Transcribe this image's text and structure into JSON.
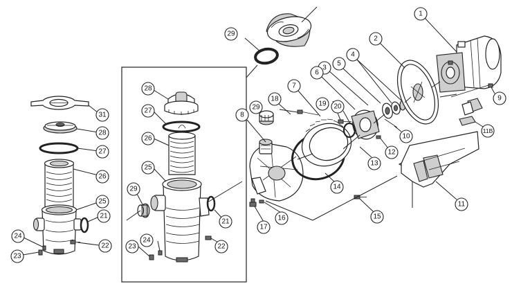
{
  "callouts": [
    {
      "id": "c1",
      "label": "1"
    },
    {
      "id": "c2",
      "label": "2"
    },
    {
      "id": "c3",
      "label": "3"
    },
    {
      "id": "c4",
      "label": "4"
    },
    {
      "id": "c5",
      "label": "5"
    },
    {
      "id": "c6",
      "label": "6"
    },
    {
      "id": "c7",
      "label": "7"
    },
    {
      "id": "c8",
      "label": "8"
    },
    {
      "id": "c9",
      "label": "9"
    },
    {
      "id": "c10",
      "label": "10"
    },
    {
      "id": "c11",
      "label": "11"
    },
    {
      "id": "c11b",
      "label": "11B"
    },
    {
      "id": "c12",
      "label": "12"
    },
    {
      "id": "c13",
      "label": "13"
    },
    {
      "id": "c14",
      "label": "14"
    },
    {
      "id": "c15",
      "label": "15"
    },
    {
      "id": "c16",
      "label": "16"
    },
    {
      "id": "c17",
      "label": "17"
    },
    {
      "id": "c18",
      "label": "18"
    },
    {
      "id": "c19",
      "label": "19"
    },
    {
      "id": "c20",
      "label": "20"
    },
    {
      "id": "c29a",
      "label": "29"
    },
    {
      "id": "c29b",
      "label": "29"
    },
    {
      "id": "c31",
      "label": "31"
    },
    {
      "id": "c28a",
      "label": "28"
    },
    {
      "id": "c27a",
      "label": "27"
    },
    {
      "id": "c26a",
      "label": "26"
    },
    {
      "id": "c25a",
      "label": "25"
    },
    {
      "id": "c21a",
      "label": "21"
    },
    {
      "id": "c24a",
      "label": "24"
    },
    {
      "id": "c23a",
      "label": "23"
    },
    {
      "id": "c22a",
      "label": "22"
    },
    {
      "id": "c28b",
      "label": "28"
    },
    {
      "id": "c27b",
      "label": "27"
    },
    {
      "id": "c26b",
      "label": "26"
    },
    {
      "id": "c25b",
      "label": "25"
    },
    {
      "id": "c29c",
      "label": "29"
    },
    {
      "id": "c21b",
      "label": "21"
    },
    {
      "id": "c24b",
      "label": "24"
    },
    {
      "id": "c23b",
      "label": "23"
    },
    {
      "id": "c22b",
      "label": "22"
    }
  ]
}
